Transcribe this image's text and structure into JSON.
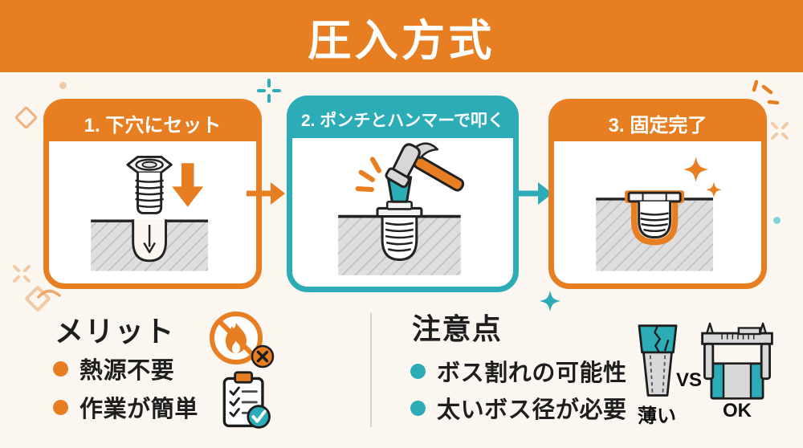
{
  "colors": {
    "orange": "#E87E22",
    "teal": "#2BACB7",
    "background_cream": "#FBF7F0",
    "ink": "#1E1E1E",
    "block_gray": "#DEDEDE"
  },
  "banner": {
    "title": "圧入方式"
  },
  "steps": [
    {
      "label": "1. 下穴にセット",
      "accent": "orange",
      "illustration": "insert-above-pilot-hole"
    },
    {
      "label": "2. ポンチとハンマーで叩く",
      "accent": "teal",
      "illustration": "punch-and-hammer-strike"
    },
    {
      "label": "3. 固定完了",
      "accent": "orange",
      "illustration": "insert-fixed-flush"
    }
  ],
  "merits": {
    "heading": "メリット",
    "items": [
      {
        "text": "熱源不要"
      },
      {
        "text": "作業が簡単"
      }
    ],
    "icons": [
      "no-heat-source-icon",
      "checklist-icon"
    ]
  },
  "cautions": {
    "heading": "注意点",
    "items": [
      {
        "text": "ボス割れの可能性"
      },
      {
        "text": "太いボス径が必要"
      }
    ],
    "comparison": {
      "thin_label": "薄い",
      "vs_label": "VS",
      "ok_label": "OK",
      "icons": [
        "cracked-thin-boss-icon",
        "caliper-thick-boss-icon"
      ]
    }
  }
}
